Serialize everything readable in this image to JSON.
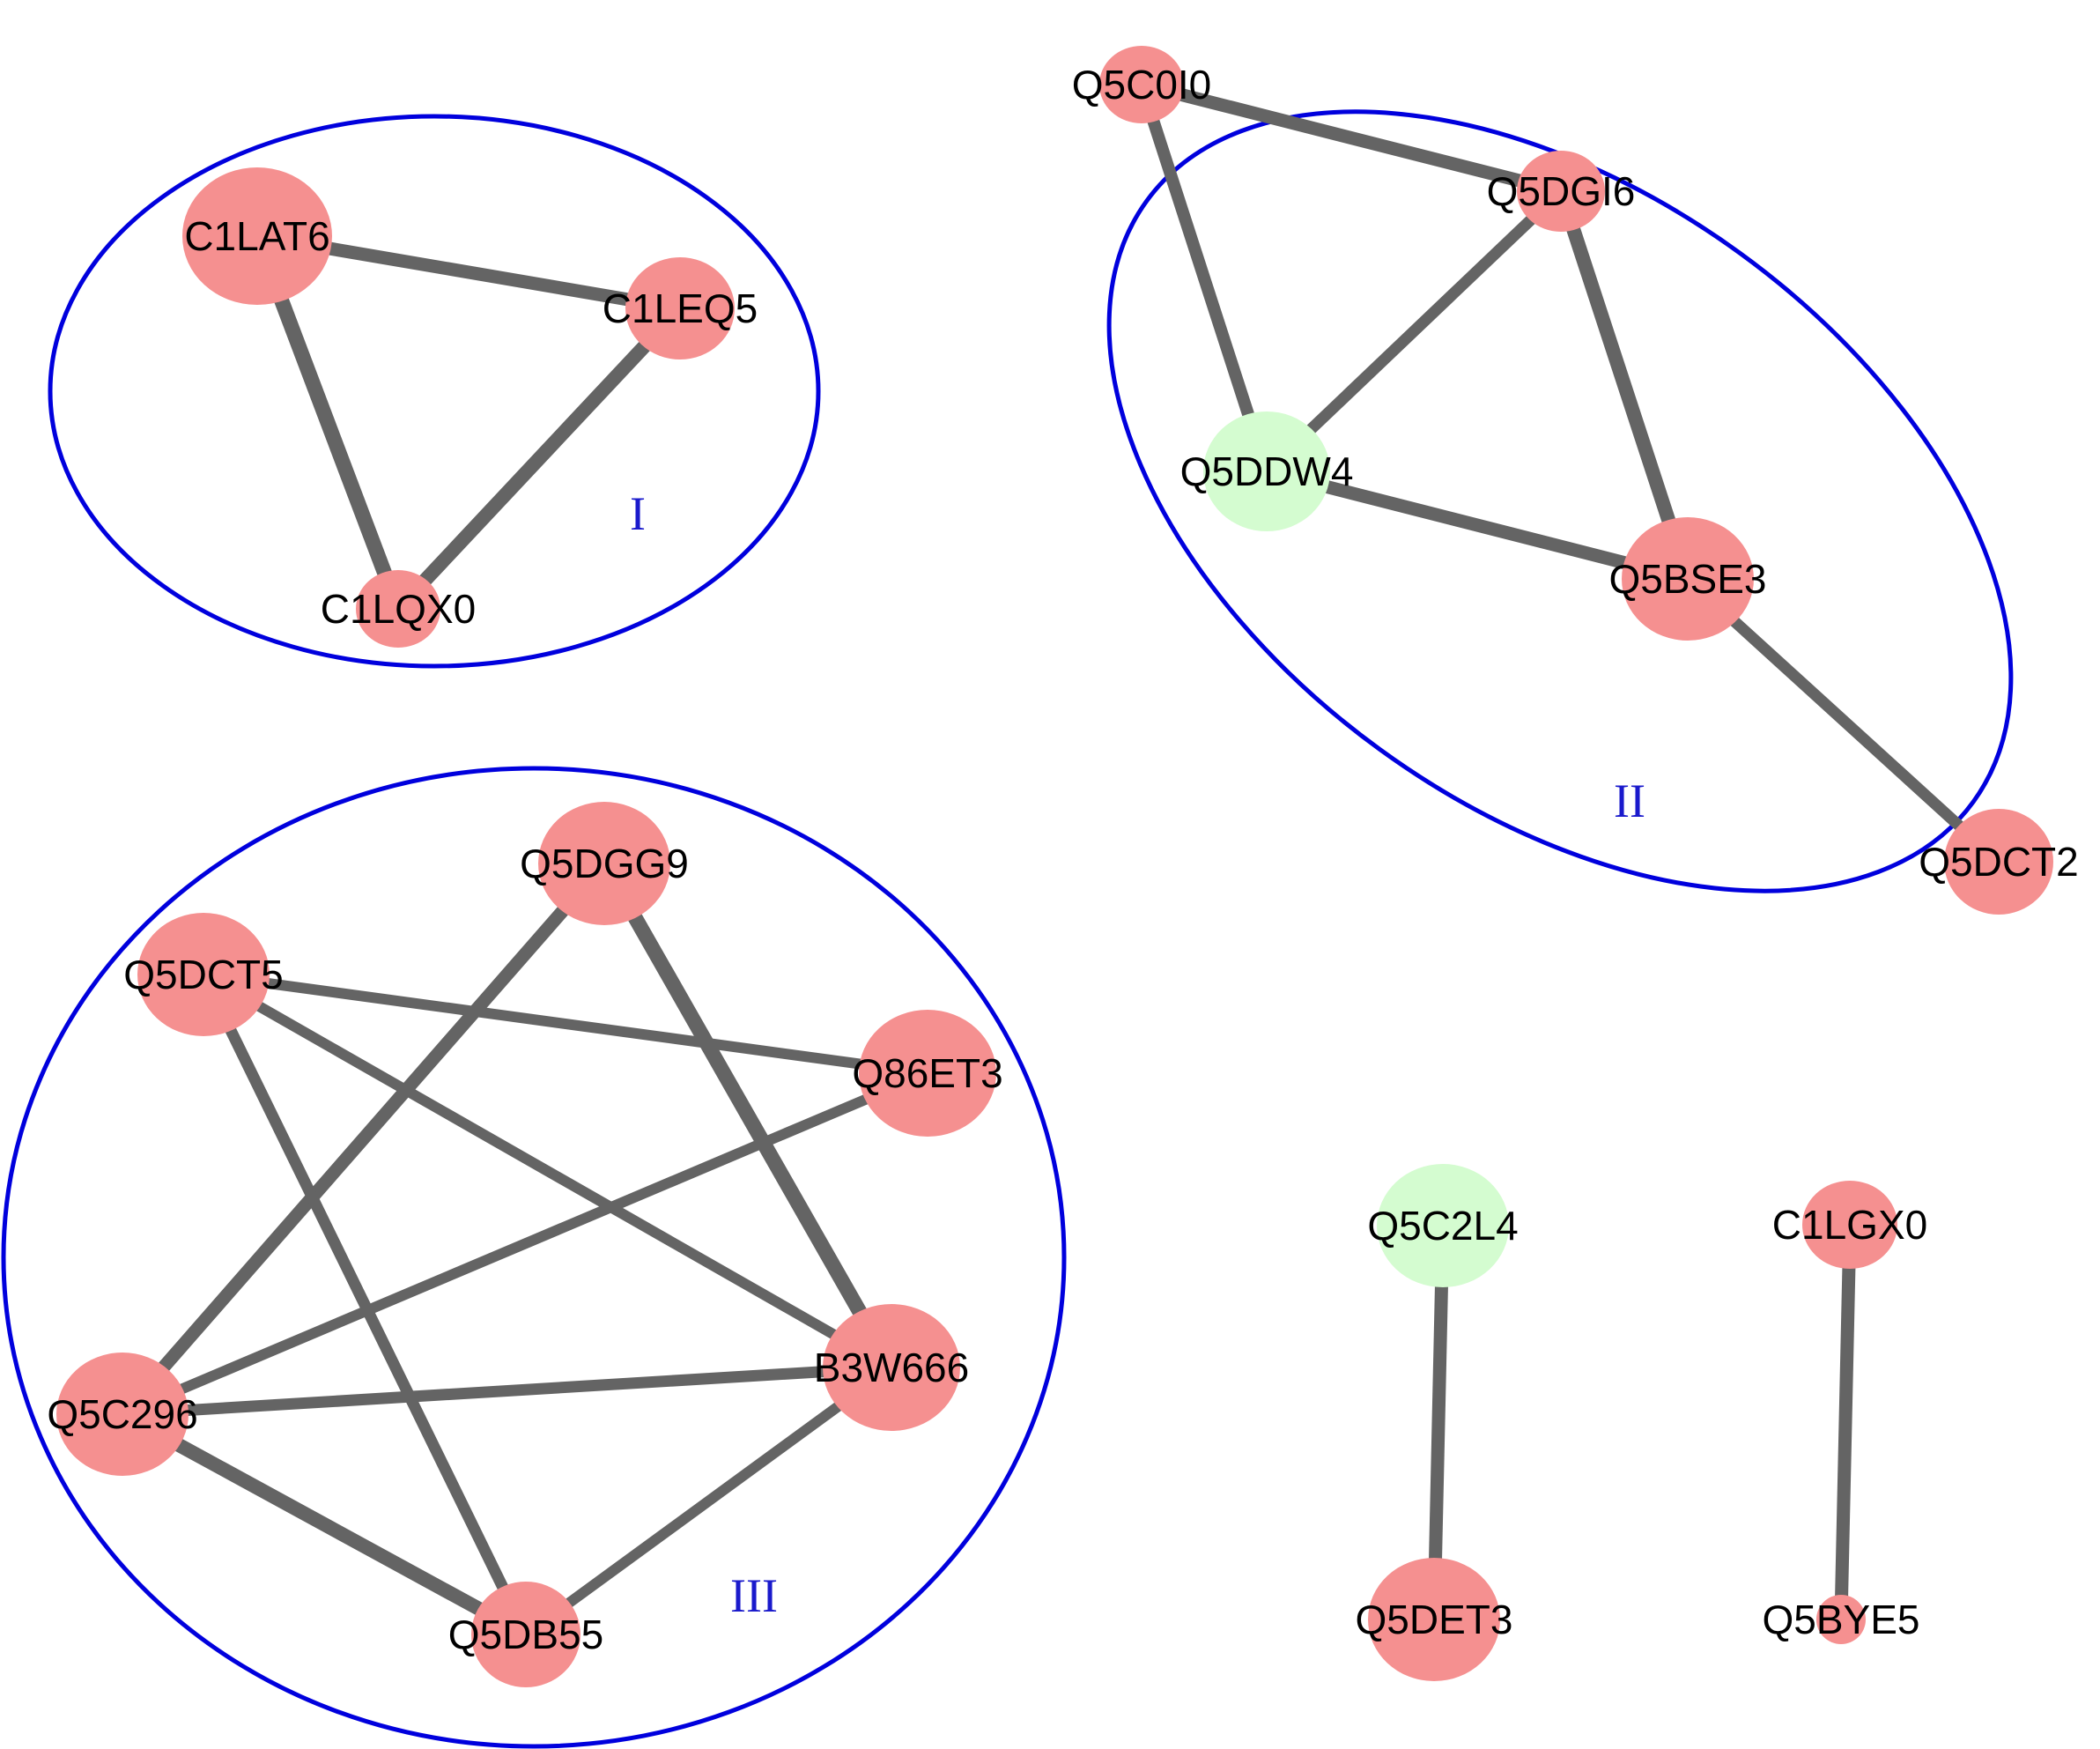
{
  "colors": {
    "node_red": "#f59090",
    "node_green": "#d4fcd0",
    "edge": "#646464",
    "group_outline": "#0000dd",
    "group_label": "#1a1acc"
  },
  "groups": [
    {
      "id": "g1",
      "label": "I"
    },
    {
      "id": "g2",
      "label": "II"
    },
    {
      "id": "g3",
      "label": "III"
    }
  ],
  "nodes": [
    {
      "id": "C1LAT6",
      "label": "C1LAT6",
      "color": "red"
    },
    {
      "id": "C1LEQ5",
      "label": "C1LEQ5",
      "color": "red"
    },
    {
      "id": "C1LQX0",
      "label": "C1LQX0",
      "color": "red"
    },
    {
      "id": "Q5C0I0",
      "label": "Q5C0I0",
      "color": "red"
    },
    {
      "id": "Q5DGI6",
      "label": "Q5DGI6",
      "color": "red"
    },
    {
      "id": "Q5DDW4",
      "label": "Q5DDW4",
      "color": "green"
    },
    {
      "id": "Q5BSE3",
      "label": "Q5BSE3",
      "color": "red"
    },
    {
      "id": "Q5DCT2",
      "label": "Q5DCT2",
      "color": "red"
    },
    {
      "id": "Q5DGG9",
      "label": "Q5DGG9",
      "color": "red"
    },
    {
      "id": "Q5DCT5",
      "label": "Q5DCT5",
      "color": "red"
    },
    {
      "id": "Q86ET3",
      "label": "Q86ET3",
      "color": "red"
    },
    {
      "id": "B3W666",
      "label": "B3W666",
      "color": "red"
    },
    {
      "id": "Q5C296",
      "label": "Q5C296",
      "color": "red"
    },
    {
      "id": "Q5DB55",
      "label": "Q5DB55",
      "color": "red"
    },
    {
      "id": "Q5C2L4",
      "label": "Q5C2L4",
      "color": "green"
    },
    {
      "id": "Q5DET3",
      "label": "Q5DET3",
      "color": "red"
    },
    {
      "id": "C1LGX0",
      "label": "C1LGX0",
      "color": "red"
    },
    {
      "id": "Q5BYE5",
      "label": "Q5BYE5",
      "color": "red"
    }
  ],
  "edges": [
    {
      "source": "C1LAT6",
      "target": "C1LEQ5"
    },
    {
      "source": "C1LAT6",
      "target": "C1LQX0"
    },
    {
      "source": "C1LEQ5",
      "target": "C1LQX0"
    },
    {
      "source": "Q5C0I0",
      "target": "Q5DGI6"
    },
    {
      "source": "Q5C0I0",
      "target": "Q5DDW4"
    },
    {
      "source": "Q5DGI6",
      "target": "Q5DDW4"
    },
    {
      "source": "Q5DGI6",
      "target": "Q5BSE3"
    },
    {
      "source": "Q5DDW4",
      "target": "Q5BSE3"
    },
    {
      "source": "Q5BSE3",
      "target": "Q5DCT2"
    },
    {
      "source": "Q5DGG9",
      "target": "Q5C296"
    },
    {
      "source": "Q5DGG9",
      "target": "B3W666"
    },
    {
      "source": "Q5DCT5",
      "target": "Q86ET3"
    },
    {
      "source": "Q5DCT5",
      "target": "B3W666"
    },
    {
      "source": "Q5DCT5",
      "target": "Q5DB55"
    },
    {
      "source": "Q86ET3",
      "target": "Q5C296"
    },
    {
      "source": "B3W666",
      "target": "Q5C296"
    },
    {
      "source": "B3W666",
      "target": "Q5DB55"
    },
    {
      "source": "Q5C296",
      "target": "Q5DB55"
    },
    {
      "source": "Q5C2L4",
      "target": "Q5DET3"
    },
    {
      "source": "C1LGX0",
      "target": "Q5BYE5"
    }
  ]
}
